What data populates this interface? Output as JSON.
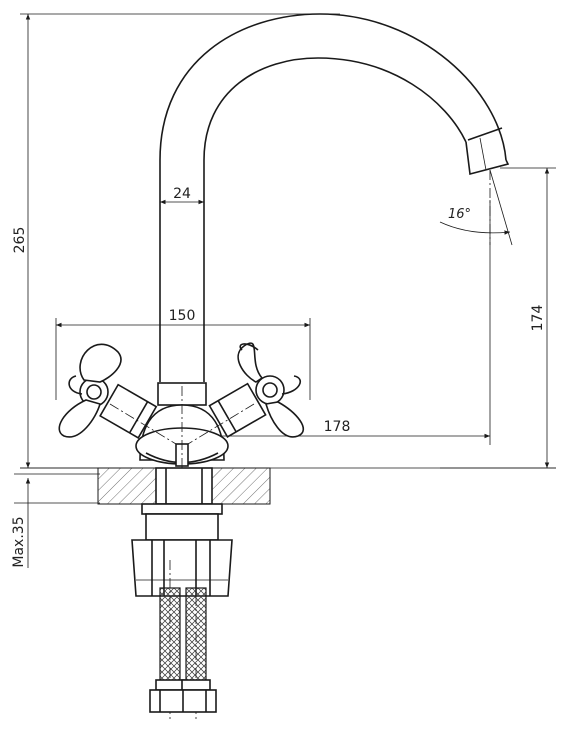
{
  "dimensions": {
    "total_height": "265",
    "spout_diameter": "24",
    "handle_span": "150",
    "spout_height": "174",
    "spout_reach": "178",
    "spout_angle": "16°",
    "mount_thickness": "Max.35"
  }
}
